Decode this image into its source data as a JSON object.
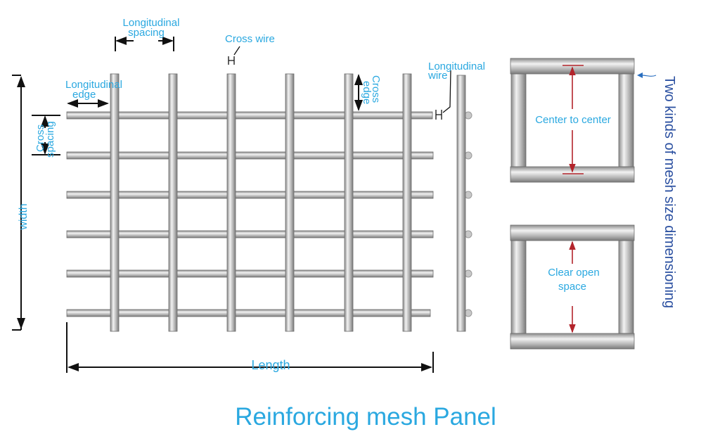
{
  "labels": {
    "longitudinal_spacing_1": "Longitudinal",
    "longitudinal_spacing_2": "spacing",
    "cross_wire": "Cross wire",
    "longitudinal_edge_1": "Longitudinal",
    "longitudinal_edge_2": "edge",
    "cross_edge_1": "Cross",
    "cross_edge_2": "edge",
    "cross_spacing_1": "Cross",
    "cross_spacing_2": "spacing",
    "longitudinal_wire_1": "Longitudinal",
    "longitudinal_wire_2": "wire",
    "width": "width",
    "length": "Length",
    "center_to_center": "Center to center",
    "clear_open_1": "Clear open",
    "clear_open_2": "space",
    "side_note": "Two kinds of mesh size dimensioning"
  },
  "title": "Reinforcing mesh Panel",
  "colors": {
    "label": "#2aa8e0",
    "side_note": "#2a4fa0",
    "wire": "#b9b9b9",
    "dimension_red": "#b3242b"
  }
}
